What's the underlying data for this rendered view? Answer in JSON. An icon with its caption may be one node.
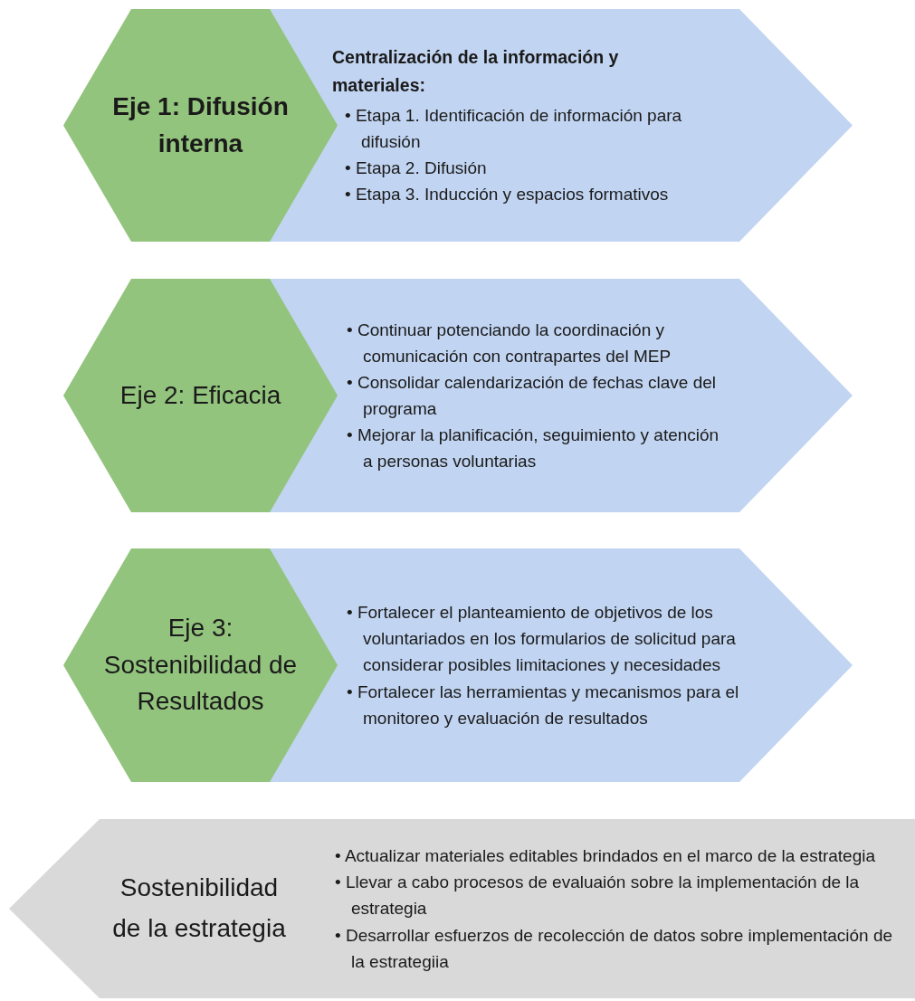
{
  "diagram": {
    "nodes": [
      {
        "text": [
          "Eje 1: Difusión interna"
        ]
      },
      {
        "text": [
          "Centralización de la información y materiales:",
          "• Etapa 1. Identificación de información para difusión",
          "• Etapa 2. Difusión",
          "• Etapa 3. Inducción y espacios formativos"
        ]
      },
      {
        "text": [
          "Eje 2: Eficacia"
        ]
      },
      {
        "text": [
          "• Continuar potenciando la coordinación y comunicación con contrapartes del MEP",
          "• Consolidar calendarización de fechas clave del programa",
          "• Mejorar la planificación, seguimiento y atención a personas voluntarias"
        ]
      },
      {
        "text": [
          "Eje 3: Sostenibilidad de Resultados"
        ]
      },
      {
        "text": [
          "• Fortalecer el planteamiento de objetivos de los voluntariados en los formularios de solicitud para considerar posibles limitaciones y necesidades",
          "• Fortalecer las herramientas y mecanismos para el monitoreo y evaluación de resultados"
        ]
      },
      {
        "text": [
          "Sostenibilidad de la estrategia",
          "• Actualizar materiales editables brindados en el marco de la estrategia",
          "• Llevar a cabo procesos de evaluaión sobre la implementación de la estrategia",
          "• Desarrollar esfuerzos de recolección de datos sobre implementación de la estrategiia"
        ]
      }
    ]
  }
}
